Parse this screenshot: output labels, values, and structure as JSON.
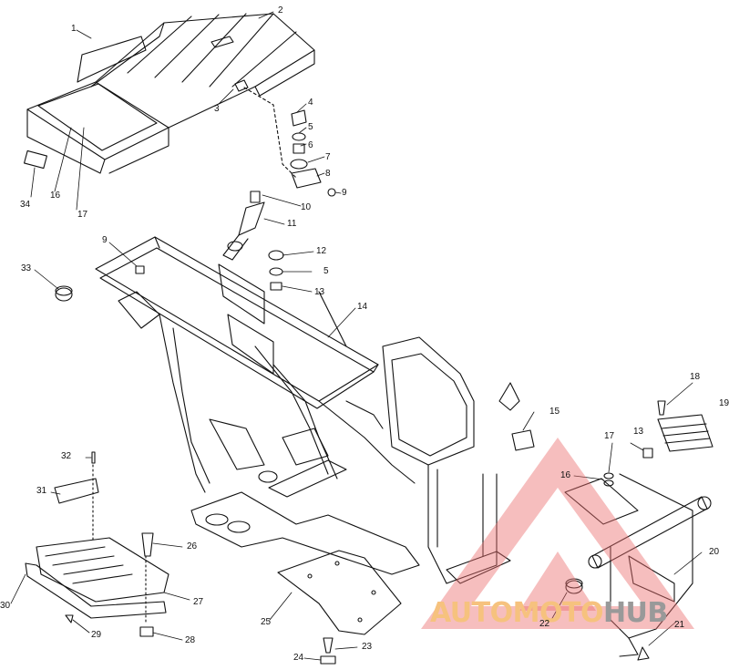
{
  "diagram": {
    "callouts": {
      "c1": "1",
      "c2": "2",
      "c3": "3",
      "c4": "4",
      "c5a": "5",
      "c6": "6",
      "c7": "7",
      "c8": "8",
      "c9a": "9",
      "c10": "10",
      "c11": "11",
      "c9b": "9",
      "c12": "12",
      "c5b": "5",
      "c13a": "13",
      "c33": "33",
      "c14": "14",
      "c34": "34",
      "c16a": "16",
      "c17a": "17",
      "c18": "18",
      "c19": "19",
      "c15": "15",
      "c17b": "17",
      "c13b": "13",
      "c16b": "16",
      "c20": "20",
      "c32": "32",
      "c31": "31",
      "c26": "26",
      "c27": "27",
      "c30": "30",
      "c29": "29",
      "c28": "28",
      "c25": "25",
      "c22": "22",
      "c21": "21",
      "c23": "23",
      "c24": "24"
    }
  },
  "watermark": {
    "text_part1": "AUTOMOTO",
    "text_part2": "HUB",
    "colors": {
      "triangle": "#ec6f6f",
      "text_orange": "#f6c27e",
      "text_gray": "#999999"
    }
  }
}
